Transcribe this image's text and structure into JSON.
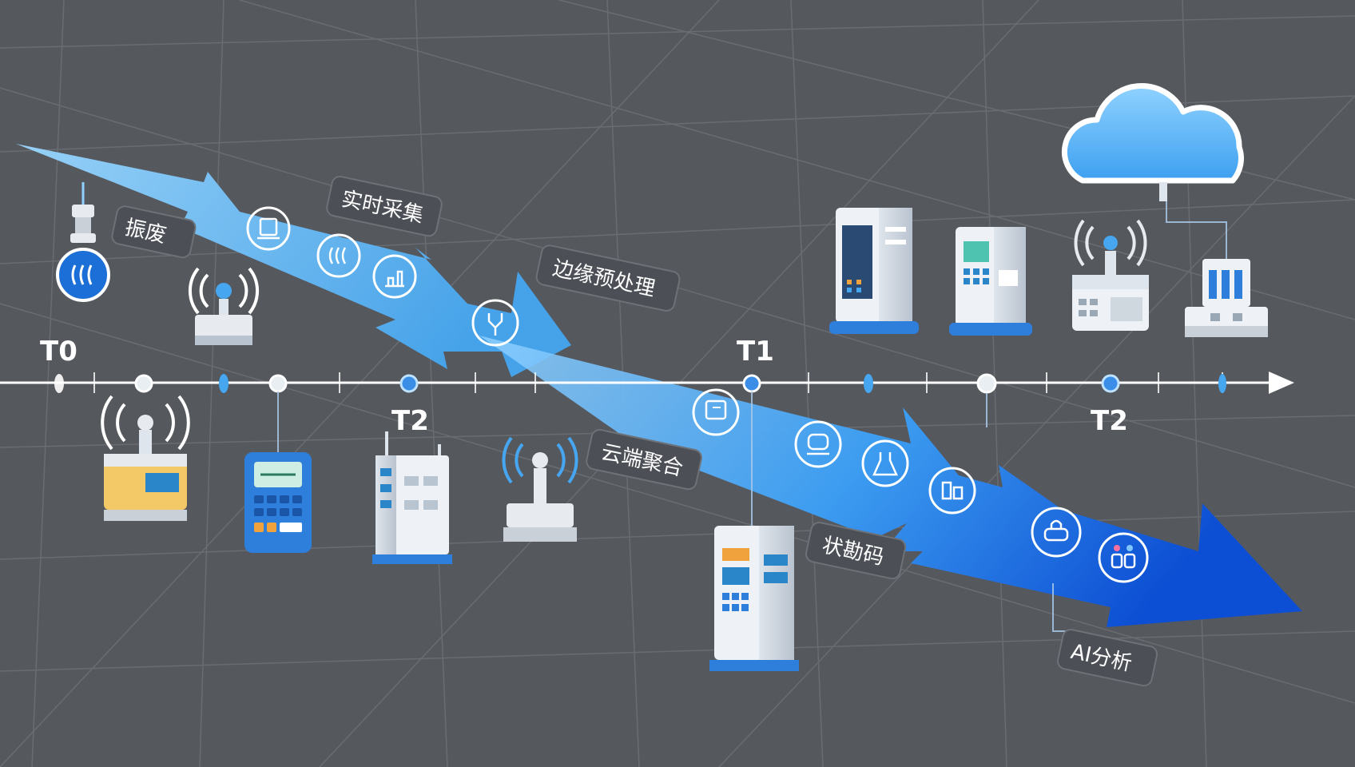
{
  "timeline": {
    "markers": [
      {
        "label": "T0"
      },
      {
        "label": "T2"
      },
      {
        "label": "T1"
      },
      {
        "label": "T2"
      }
    ]
  },
  "stages": [
    {
      "label": "振废"
    },
    {
      "label": "实时采集"
    },
    {
      "label": "边缘预处理"
    },
    {
      "label": "云端聚合"
    },
    {
      "label": "状勘码"
    },
    {
      "label": "AI分析"
    }
  ],
  "icons": {
    "top_flow": [
      "thermometer-icon",
      "heat-wave-icon",
      "factory-icon",
      "circuit-icon"
    ],
    "bottom_flow": [
      "device-screen-icon",
      "robot-icon",
      "lab-flask-icon",
      "machine-icon",
      "cloud-lock-icon",
      "people-icon"
    ]
  },
  "colors": {
    "background": "#55585d",
    "flow_light": "#8fd0ff",
    "flow_mid": "#4aa6f2",
    "flow_dark": "#0d55d6",
    "timeline": "#ffffff"
  }
}
